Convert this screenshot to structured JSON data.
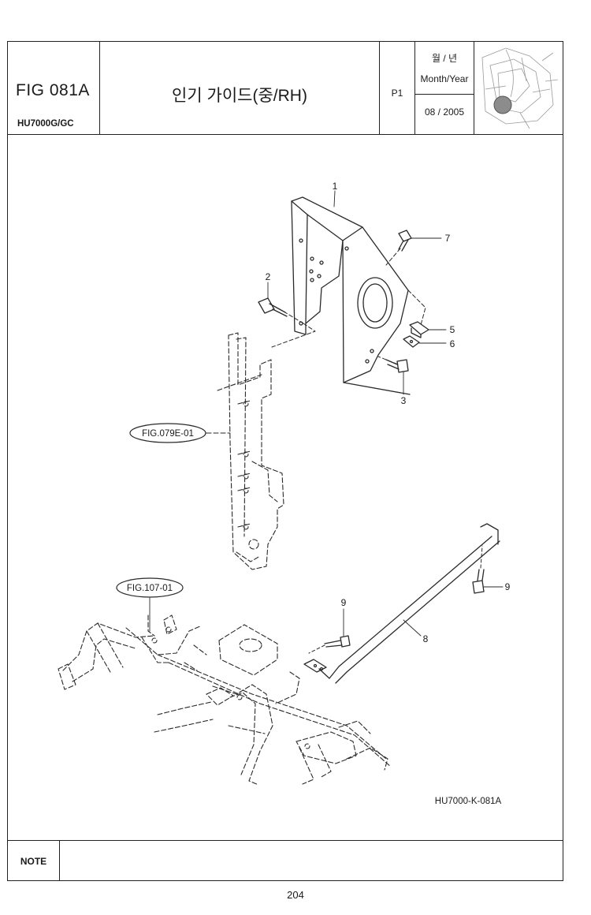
{
  "header": {
    "fig_no": "FIG 081A",
    "model": "HU7000G/GC",
    "title": "인기 가이드(중/RH)",
    "page_code": "P1",
    "date_label_ko": "월 / 년",
    "date_label_en": "Month/Year",
    "date_value": "08 / 2005"
  },
  "diagram": {
    "callouts": [
      "1",
      "2",
      "3",
      "5",
      "6",
      "7",
      "8",
      "9",
      "9"
    ],
    "references": [
      "FIG.079E-01",
      "FIG.107-01"
    ],
    "drawing_code": "HU7000-K-081A"
  },
  "note": {
    "label": "NOTE"
  },
  "page_number": "204"
}
